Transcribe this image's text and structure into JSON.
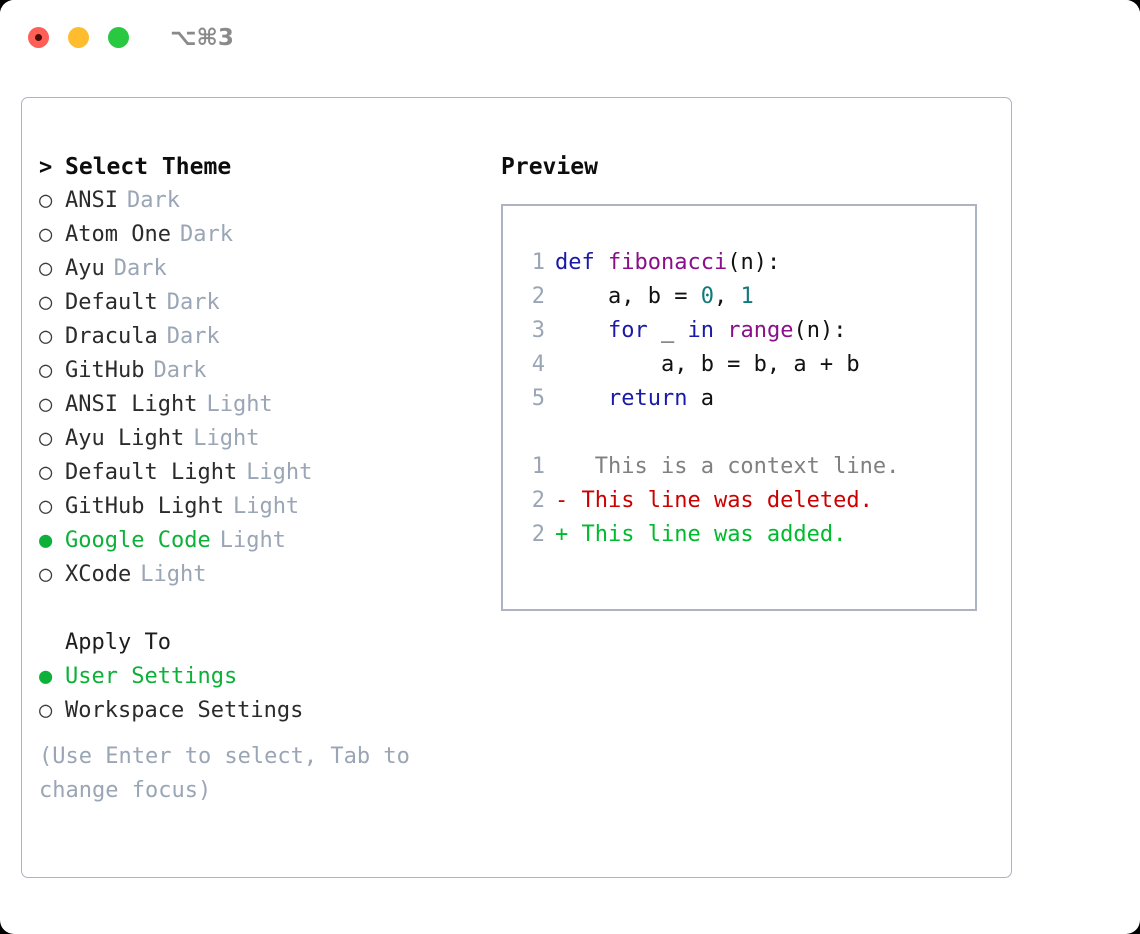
{
  "window": {
    "shortcut_label": "⌥⌘3",
    "traffic_lights": {
      "close": "close-dot",
      "minimize": "minimize-dot",
      "maximize": "maximize-dot"
    }
  },
  "theme_list": {
    "header_prefix": ">",
    "header_label": "Select Theme",
    "bullet_unselected": "○",
    "bullet_selected": "●",
    "items": [
      {
        "name": "ANSI",
        "category": "Dark",
        "selected": false
      },
      {
        "name": "Atom One",
        "category": "Dark",
        "selected": false
      },
      {
        "name": "Ayu",
        "category": "Dark",
        "selected": false
      },
      {
        "name": "Default",
        "category": "Dark",
        "selected": false
      },
      {
        "name": "Dracula",
        "category": "Dark",
        "selected": false
      },
      {
        "name": "GitHub",
        "category": "Dark",
        "selected": false
      },
      {
        "name": "ANSI Light",
        "category": "Light",
        "selected": false
      },
      {
        "name": "Ayu Light",
        "category": "Light",
        "selected": false
      },
      {
        "name": "Default Light",
        "category": "Light",
        "selected": false
      },
      {
        "name": "GitHub Light",
        "category": "Light",
        "selected": false
      },
      {
        "name": "Google Code",
        "category": "Light",
        "selected": true
      },
      {
        "name": "XCode",
        "category": "Light",
        "selected": false
      }
    ]
  },
  "apply_to": {
    "title": "Apply To",
    "options": [
      {
        "name": "User Settings",
        "selected": true
      },
      {
        "name": "Workspace Settings",
        "selected": false
      }
    ]
  },
  "hint": {
    "line1": "(Use Enter to select, Tab to",
    "line2": "change focus)"
  },
  "preview": {
    "title": "Preview",
    "code_lines": [
      {
        "number": "1",
        "tokens": [
          {
            "text": "def ",
            "style": "kw"
          },
          {
            "text": "fibonacci",
            "style": "fn"
          },
          {
            "text": "(n):",
            "style": "pln"
          }
        ]
      },
      {
        "number": "2",
        "tokens": [
          {
            "text": "    a, b = ",
            "style": "pln"
          },
          {
            "text": "0",
            "style": "num"
          },
          {
            "text": ", ",
            "style": "pln"
          },
          {
            "text": "1",
            "style": "num"
          }
        ]
      },
      {
        "number": "3",
        "tokens": [
          {
            "text": "    for ",
            "style": "kw"
          },
          {
            "text": "_ ",
            "style": "pln"
          },
          {
            "text": "in ",
            "style": "kw"
          },
          {
            "text": "range",
            "style": "fn"
          },
          {
            "text": "(n):",
            "style": "pln"
          }
        ]
      },
      {
        "number": "4",
        "tokens": [
          {
            "text": "        a, b = b, a + b",
            "style": "pln"
          }
        ]
      },
      {
        "number": "5",
        "tokens": [
          {
            "text": "    return ",
            "style": "kw"
          },
          {
            "text": "a",
            "style": "pln"
          }
        ]
      }
    ],
    "diff_lines": [
      {
        "number": "1",
        "marker": " ",
        "text": "  This is a context line.",
        "style": "ctx"
      },
      {
        "number": "2",
        "marker": "-",
        "text": " This line was deleted.",
        "style": "del"
      },
      {
        "number": "2",
        "marker": "+",
        "text": " This line was added.",
        "style": "add"
      }
    ]
  },
  "colors": {
    "accent_green": "#0db038",
    "muted": "#9aa5b5",
    "border": "#aab4c2",
    "keyword": "#1a1aa8",
    "function": "#8b0f8b",
    "number": "#0f7a7a",
    "diff_deleted": "#cc0000",
    "diff_added": "#00bb2d",
    "traffic_close": "#ff5f57",
    "traffic_minimize": "#ffbd2e",
    "traffic_maximize": "#28c840"
  }
}
